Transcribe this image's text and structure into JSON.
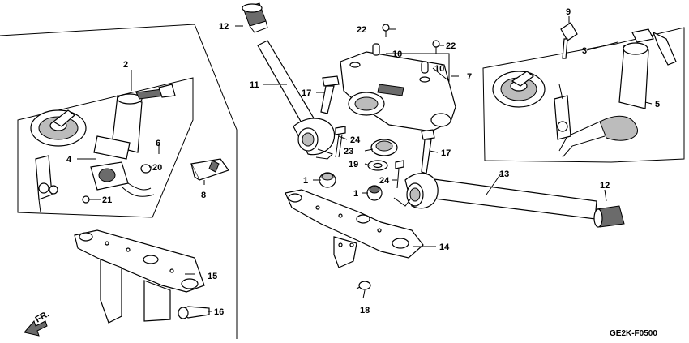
{
  "diagram": {
    "code": "GE2K-F0500",
    "direction_label": "FR.",
    "callouts": [
      "1",
      "1",
      "2",
      "3",
      "4",
      "5",
      "6",
      "7",
      "8",
      "9",
      "10",
      "10",
      "11",
      "12",
      "12",
      "13",
      "14",
      "15",
      "16",
      "17",
      "17",
      "18",
      "19",
      "20",
      "21",
      "22",
      "22",
      "23",
      "24",
      "24"
    ]
  },
  "colors": {
    "line": "#000000",
    "shade": "#6b6b6b",
    "light": "#bcbcbc",
    "background": "#ffffff"
  }
}
